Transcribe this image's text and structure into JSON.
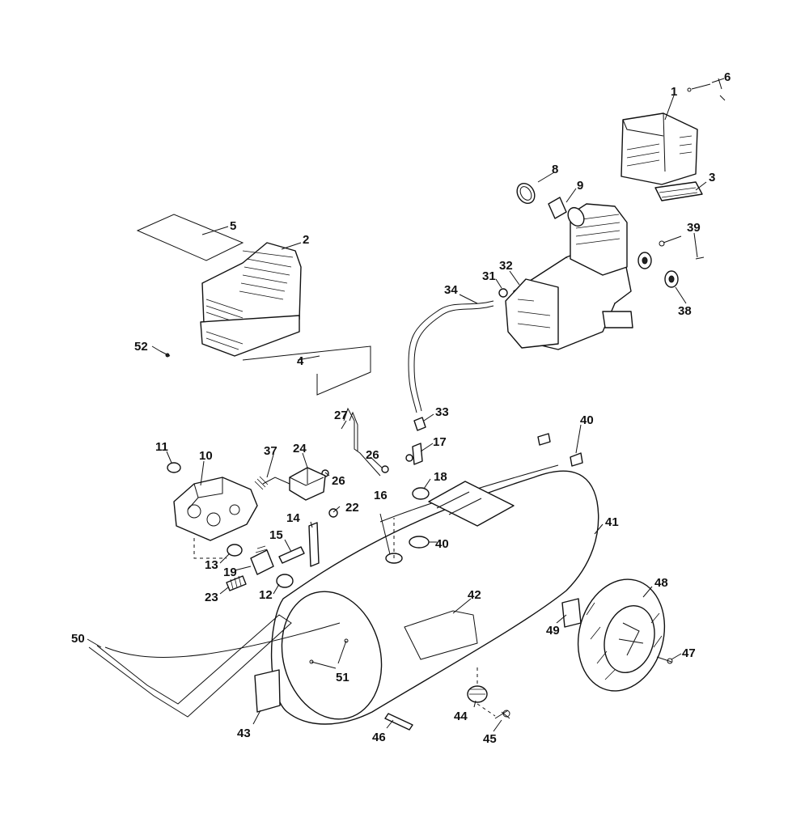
{
  "diagram": {
    "type": "exploded parts diagram",
    "callouts": [
      {
        "id": "c1",
        "label": "1"
      },
      {
        "id": "c2",
        "label": "2"
      },
      {
        "id": "c3",
        "label": "3"
      },
      {
        "id": "c4",
        "label": "4"
      },
      {
        "id": "c5",
        "label": "5"
      },
      {
        "id": "c6",
        "label": "6"
      },
      {
        "id": "c8",
        "label": "8"
      },
      {
        "id": "c9",
        "label": "9"
      },
      {
        "id": "c10",
        "label": "10"
      },
      {
        "id": "c11",
        "label": "11"
      },
      {
        "id": "c12",
        "label": "12"
      },
      {
        "id": "c13",
        "label": "13"
      },
      {
        "id": "c14",
        "label": "14"
      },
      {
        "id": "c15",
        "label": "15"
      },
      {
        "id": "c16",
        "label": "16"
      },
      {
        "id": "c17",
        "label": "17"
      },
      {
        "id": "c18",
        "label": "18"
      },
      {
        "id": "c19",
        "label": "19"
      },
      {
        "id": "c22",
        "label": "22"
      },
      {
        "id": "c23",
        "label": "23"
      },
      {
        "id": "c24",
        "label": "24"
      },
      {
        "id": "c26a",
        "label": "26"
      },
      {
        "id": "c26b",
        "label": "26"
      },
      {
        "id": "c27",
        "label": "27"
      },
      {
        "id": "c31",
        "label": "31"
      },
      {
        "id": "c32",
        "label": "32"
      },
      {
        "id": "c33",
        "label": "33"
      },
      {
        "id": "c34",
        "label": "34"
      },
      {
        "id": "c37",
        "label": "37"
      },
      {
        "id": "c38",
        "label": "38"
      },
      {
        "id": "c39",
        "label": "39"
      },
      {
        "id": "c40a",
        "label": "40"
      },
      {
        "id": "c40b",
        "label": "40"
      },
      {
        "id": "c41",
        "label": "41"
      },
      {
        "id": "c42",
        "label": "42"
      },
      {
        "id": "c43",
        "label": "43"
      },
      {
        "id": "c44",
        "label": "44"
      },
      {
        "id": "c45",
        "label": "45"
      },
      {
        "id": "c46",
        "label": "46"
      },
      {
        "id": "c47",
        "label": "47"
      },
      {
        "id": "c48",
        "label": "48"
      },
      {
        "id": "c49",
        "label": "49"
      },
      {
        "id": "c50",
        "label": "50"
      },
      {
        "id": "c51",
        "label": "51"
      },
      {
        "id": "c52",
        "label": "52"
      }
    ]
  }
}
